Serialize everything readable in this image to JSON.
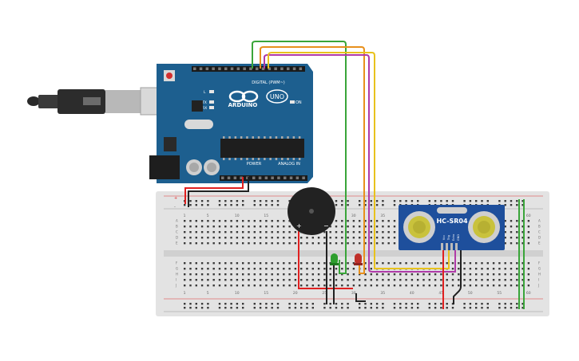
{
  "arduino": {
    "brand": "ARDUINO",
    "model": "UNO",
    "digital_label": "DIGITAL (PWM~)",
    "power_label": "POWER",
    "analog_label": "ANALOG IN",
    "on_label": "ON",
    "l_label": "L",
    "tx_label": "TX",
    "rx_label": "RX",
    "board_color": "#1d5f8f"
  },
  "sensor": {
    "name": "HC-SR04",
    "pins": [
      "Vcc",
      "Trig",
      "Echo",
      "GND"
    ],
    "color": "#1e4f9c"
  },
  "breadboard": {
    "col_numbers": [
      "1",
      "5",
      "10",
      "15",
      "20",
      "25",
      "30",
      "35",
      "40",
      "45",
      "50",
      "55",
      "60"
    ],
    "row_letters_top": [
      "A",
      "B",
      "C",
      "D",
      "E"
    ],
    "row_letters_bottom": [
      "F",
      "G",
      "H",
      "I",
      "J"
    ],
    "rail_plus": "+",
    "rail_minus": "-"
  },
  "buzzer": {
    "plus": "+",
    "minus": "−"
  },
  "leds": [
    {
      "color": "#2e9e2e"
    },
    {
      "color": "#c0302a"
    }
  ],
  "wire_colors": {
    "green": "#3aa53a",
    "orange": "#e8901c",
    "purple": "#b03aa8",
    "yellow": "#e8c21c",
    "red": "#e02020",
    "black": "#222222"
  }
}
